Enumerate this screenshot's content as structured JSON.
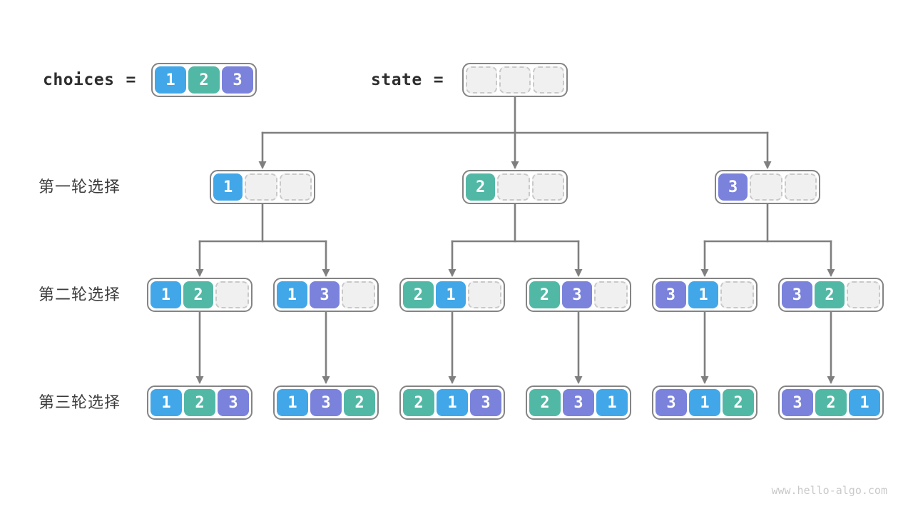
{
  "header": {
    "choices_label": "choices",
    "equals": "=",
    "state_label": "state",
    "choices_cells": [
      "1",
      "2",
      "3"
    ],
    "state_cells": [
      "",
      "",
      ""
    ]
  },
  "rounds": [
    {
      "label": "第一轮选择",
      "boxes": [
        [
          "1",
          "",
          ""
        ],
        [
          "2",
          "",
          ""
        ],
        [
          "3",
          "",
          ""
        ]
      ]
    },
    {
      "label": "第二轮选择",
      "boxes": [
        [
          "1",
          "2",
          ""
        ],
        [
          "1",
          "3",
          ""
        ],
        [
          "2",
          "1",
          ""
        ],
        [
          "2",
          "3",
          ""
        ],
        [
          "3",
          "1",
          ""
        ],
        [
          "3",
          "2",
          ""
        ]
      ]
    },
    {
      "label": "第三轮选择",
      "boxes": [
        [
          "1",
          "2",
          "3"
        ],
        [
          "1",
          "3",
          "2"
        ],
        [
          "2",
          "1",
          "3"
        ],
        [
          "2",
          "3",
          "1"
        ],
        [
          "3",
          "1",
          "2"
        ],
        [
          "3",
          "2",
          "1"
        ]
      ]
    }
  ],
  "watermark": "www.hello-algo.com",
  "colors": {
    "cell_1": "#41a7e8",
    "cell_2": "#52b8a6",
    "cell_3": "#7a82db",
    "cell_text": "#ffffff",
    "empty_cell_fill": "#f0f0f0",
    "empty_cell_border": "#c9c9c9",
    "box_border": "#848484",
    "arrow": "#7f7f7f",
    "label_text": "#3c3c3c",
    "code_text": "#2e2e2e",
    "watermark_text": "#c9c9c9",
    "background": "#ffffff"
  }
}
